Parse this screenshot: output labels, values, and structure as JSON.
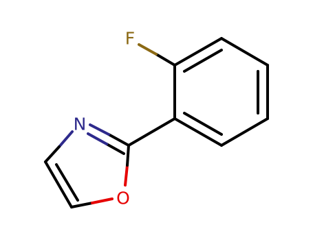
{
  "molecule": {
    "atoms": {
      "fluorine": {
        "symbol": "F",
        "color": "#8B6914"
      },
      "nitrogen": {
        "symbol": "N",
        "color": "#2E2A8C"
      },
      "oxygen": {
        "symbol": "O",
        "color": "#E60000"
      }
    },
    "bond_color": "#000000"
  }
}
